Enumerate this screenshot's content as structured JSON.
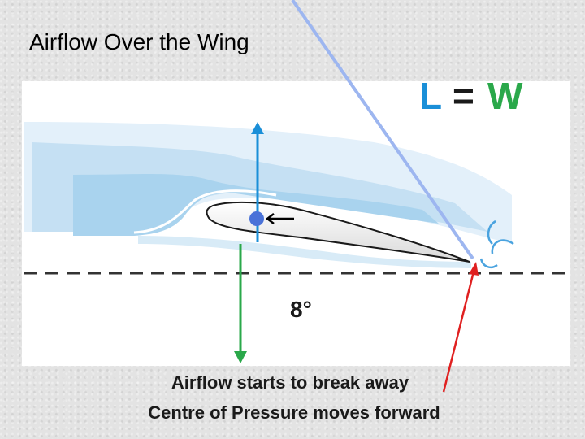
{
  "title": "Airflow Over the Wing",
  "equation": {
    "lift": "L",
    "equals": "=",
    "weight": "W"
  },
  "angle_label": "8°",
  "captions": [
    "Airflow starts to break away",
    "Centre of Pressure moves forward"
  ],
  "colors": {
    "lift": "#1a8fd8",
    "weight": "#2aa84a",
    "pointer_red": "#e02020",
    "pointer_blue": "#9db6f0",
    "center_of_pressure": "#4a72d8",
    "airflow_dark": "#a9d3ee",
    "airflow_light": "#d8ebf7",
    "chord_line": "#333333"
  }
}
